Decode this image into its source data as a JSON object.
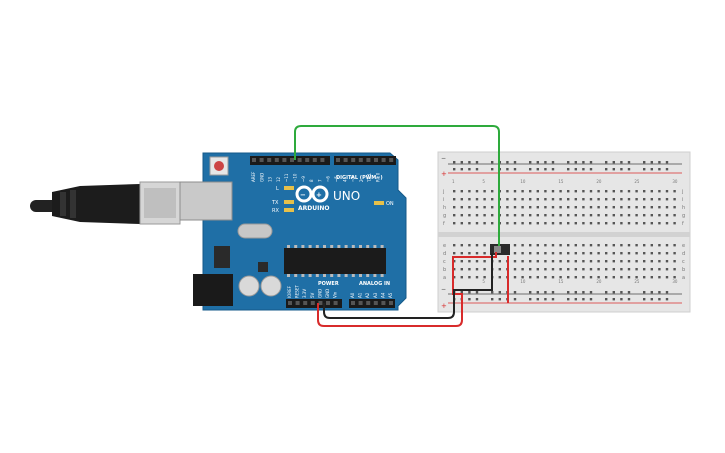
{
  "board": {
    "model": "UNO",
    "brand": "ARDUINO",
    "digital_label": "DIGITAL (PWM~)",
    "power_label": "POWER",
    "analog_label": "ANALOG IN",
    "led_l": "L",
    "led_tx": "TX",
    "led_rx": "RX",
    "led_on": "ON",
    "digital_pins": [
      "AREF",
      "GND",
      "13",
      "12",
      "~11",
      "~10",
      "~9",
      "8",
      "7",
      "~6",
      "~5",
      "4",
      "~3",
      "2",
      "TX 1",
      "RX 0"
    ],
    "power_pins": [
      "IOREF",
      "RESET",
      "3.3V",
      "5V",
      "GND",
      "GND",
      "Vin"
    ],
    "analog_pins": [
      "A0",
      "A1",
      "A2",
      "A3",
      "A4",
      "A5"
    ]
  },
  "breadboard": {
    "row_letters_top": [
      "j",
      "i",
      "h",
      "g",
      "f"
    ],
    "row_letters_bottom": [
      "e",
      "d",
      "c",
      "b",
      "a"
    ],
    "column_numbers": [
      "1",
      "5",
      "10",
      "15",
      "20",
      "25",
      "30"
    ],
    "rail_minus": "−",
    "rail_plus": "+"
  },
  "colors": {
    "board": "#1f6fa6",
    "wire_signal": "#2eaa3c",
    "wire_power": "#d82b2b",
    "wire_ground": "#222222",
    "breadboard": "#e6e6e6"
  }
}
